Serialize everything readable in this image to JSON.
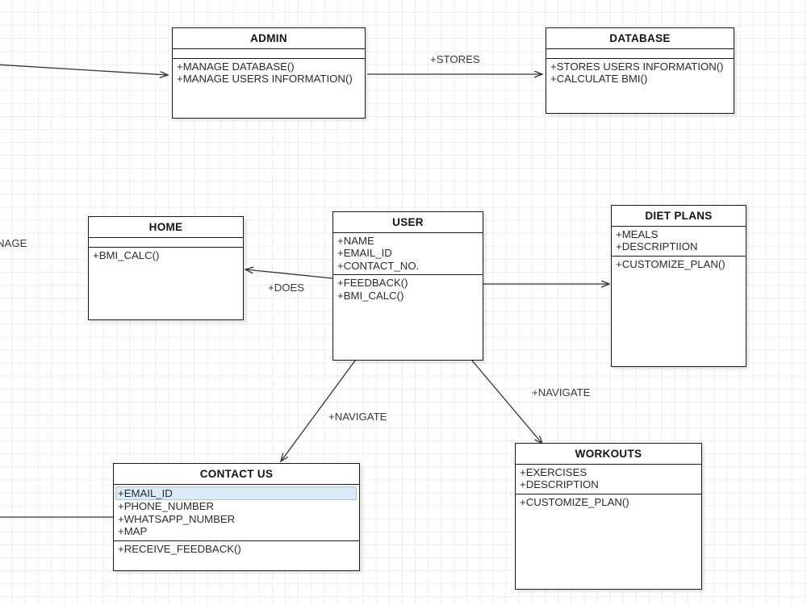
{
  "diagram": {
    "type": "uml-class-diagram",
    "background": "#ffffff",
    "grid_color": "#ededed",
    "line_color": "#333333",
    "selection_fill": "#dce9f8",
    "selection_border": "#a8c7e8"
  },
  "classes": [
    {
      "id": "admin",
      "name": "ADMIN",
      "attributes": [],
      "methods": [
        "+MANAGE DATABASE()",
        "+MANAGE  USERS INFORMATION()"
      ]
    },
    {
      "id": "database",
      "name": "DATABASE",
      "attributes": [],
      "methods": [
        "+STORES USERS INFORMATION()",
        "+CALCULATE BMI()"
      ]
    },
    {
      "id": "home",
      "name": "HOME",
      "attributes": [],
      "methods": [
        "+BMI_CALC()"
      ]
    },
    {
      "id": "user",
      "name": "USER",
      "attributes": [
        "+NAME",
        "+EMAIL_ID",
        "+CONTACT_NO."
      ],
      "methods": [
        "+FEEDBACK()",
        "+BMI_CALC()"
      ]
    },
    {
      "id": "diet_plans",
      "name": "DIET PLANS",
      "attributes": [
        "+MEALS",
        "+DESCRIPTIION"
      ],
      "methods": [
        "+CUSTOMIZE_PLAN()"
      ]
    },
    {
      "id": "contact_us",
      "name": "CONTACT US",
      "attributes": [
        "+EMAIL_ID",
        "+PHONE_NUMBER",
        "+WHATSAPP_NUMBER",
        "+MAP"
      ],
      "methods": [
        "+RECEIVE_FEEDBACK()"
      ],
      "selected_attribute": "+EMAIL_ID"
    },
    {
      "id": "workouts",
      "name": "WORKOUTS",
      "attributes": [
        "+EXERCISES",
        "+DESCRIPTION"
      ],
      "methods": [
        "+CUSTOMIZE_PLAN()"
      ]
    }
  ],
  "edge_labels": {
    "stores": "+STORES",
    "does": "+DOES",
    "navigate_left": "+NAVIGATE",
    "navigate_right": "+NAVIGATE",
    "manage_clipped": "NAGE"
  }
}
